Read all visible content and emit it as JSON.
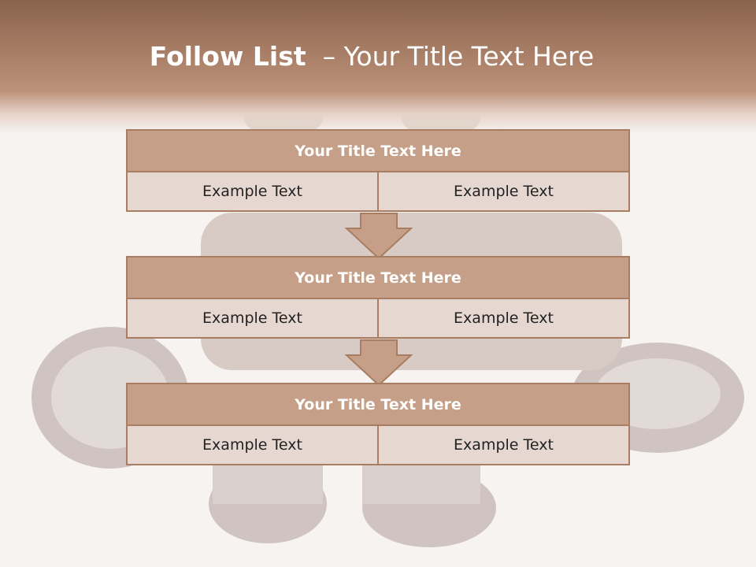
{
  "title": {
    "bold": "Follow List",
    "rest": "– Your Title Text Here"
  },
  "colors": {
    "header": "#a87e66",
    "box_title": "#c59f87",
    "box_cell": "#e7d7d1",
    "border": "#a87d62",
    "arrow": "#c59f87"
  },
  "blocks": [
    {
      "title": "Your Title Text Here",
      "cells": [
        "Example Text",
        "Example Text"
      ]
    },
    {
      "title": "Your Title Text Here",
      "cells": [
        "Example Text",
        "Example Text"
      ]
    },
    {
      "title": "Your Title Text Here",
      "cells": [
        "Example Text",
        "Example Text"
      ]
    }
  ]
}
